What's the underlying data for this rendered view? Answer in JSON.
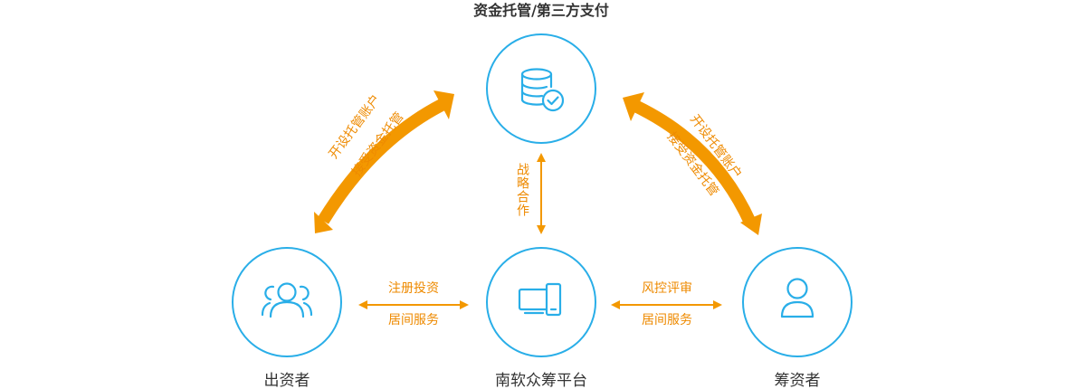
{
  "colors": {
    "accent_blue": "#29aee8",
    "arrow_orange": "#f39800",
    "label_orange": "#ee8a00",
    "text_dark": "#333333"
  },
  "top_node": {
    "title": "资金托管/第三方支付",
    "icon": "database-check-icon"
  },
  "investor_node": {
    "label": "出资者",
    "icon": "users-group-icon"
  },
  "platform_node": {
    "label": "南软众筹平台",
    "icon": "devices-icon"
  },
  "fundraiser_node": {
    "label": "筹资者",
    "icon": "user-icon"
  },
  "edges": {
    "top_left": {
      "line1": "开设托管账户",
      "line2": "接受资金托管"
    },
    "top_right": {
      "line1": "开设托管账户",
      "line2": "接受资金托管"
    },
    "top_center": {
      "label": "战略合作"
    },
    "bottom_left": {
      "line1": "注册投资",
      "line2": "居间服务"
    },
    "bottom_right": {
      "line1": "风控评审",
      "line2": "居间服务"
    }
  }
}
